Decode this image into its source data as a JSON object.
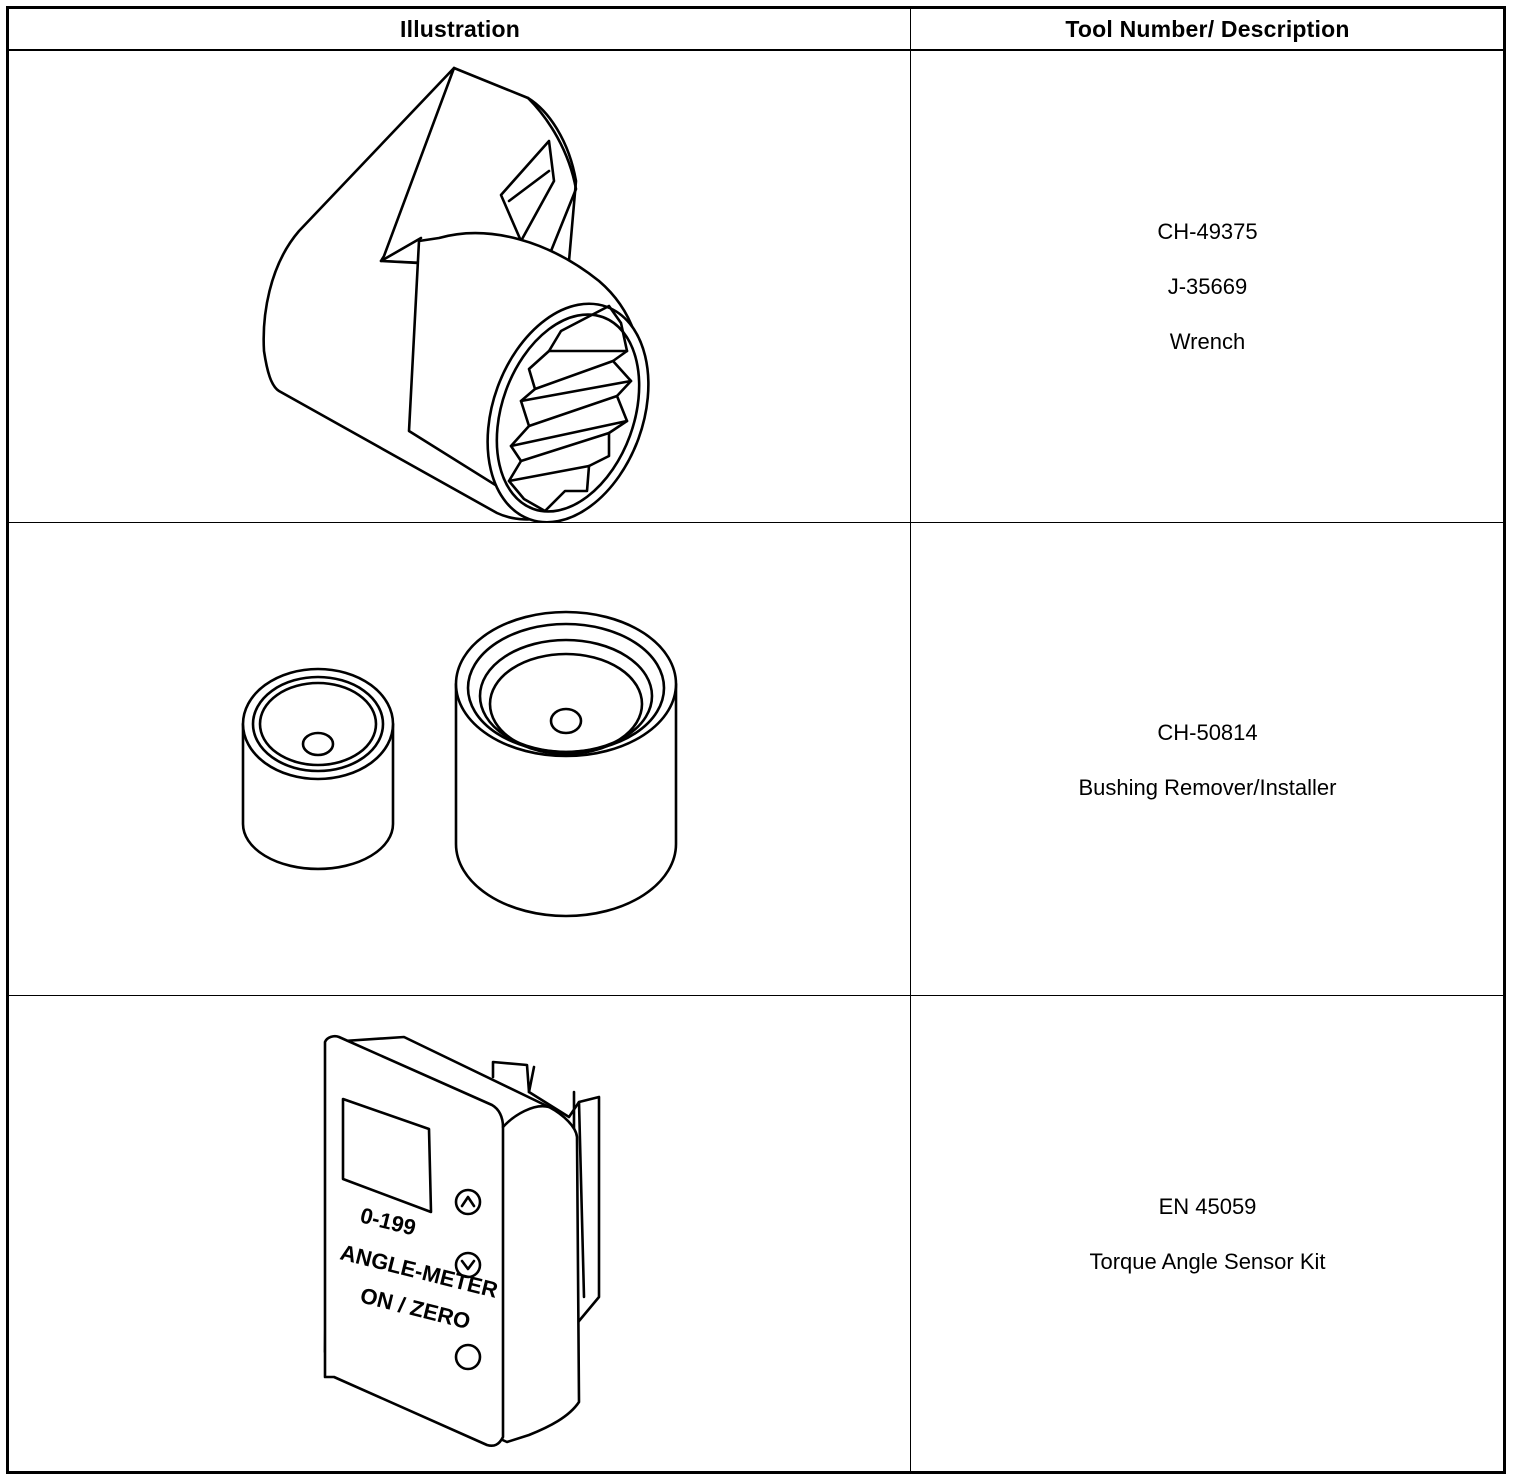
{
  "table": {
    "headers": {
      "illustration": "Illustration",
      "description": "Tool Number/ Description"
    },
    "rows": [
      {
        "lines": [
          "CH-49375",
          "J-35669",
          "Wrench"
        ],
        "icon": "wrench-socket-illustration"
      },
      {
        "lines": [
          "CH-50814",
          "Bushing Remover/Installer"
        ],
        "icon": "bushing-tool-illustration"
      },
      {
        "lines": [
          "EN 45059",
          "Torque Angle Sensor Kit"
        ],
        "icon": "angle-meter-illustration",
        "device_labels": {
          "range": "0-199",
          "name": "ANGLE-METER",
          "button": "ON / ZERO"
        }
      }
    ]
  }
}
